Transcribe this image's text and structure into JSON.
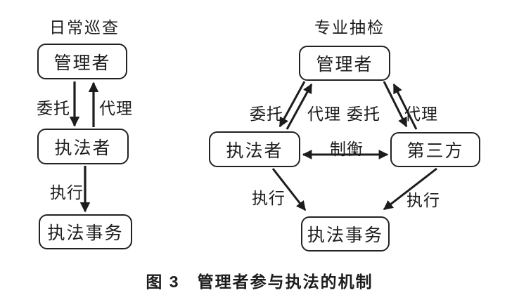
{
  "figure": {
    "caption": "图 3　管理者参与执法的机制"
  },
  "left_diagram": {
    "title": "日常巡查",
    "nodes": {
      "manager": "管理者",
      "enforcer": "执法者",
      "affairs": "执法事务"
    },
    "edges": {
      "entrust": "委托",
      "agent": "代理",
      "execute": "执行"
    }
  },
  "right_diagram": {
    "title": "专业抽检",
    "nodes": {
      "manager": "管理者",
      "enforcer": "执法者",
      "third_party": "第三方",
      "affairs": "执法事务"
    },
    "edges": {
      "entrust_left": "委托",
      "agent_left": "代理",
      "entrust_right": "委托",
      "agent_right": "代理",
      "balance": "制衡",
      "execute_left": "执行",
      "execute_right": "执行"
    }
  },
  "colors": {
    "ink": "#1c1c1c",
    "background": "#ffffff"
  }
}
